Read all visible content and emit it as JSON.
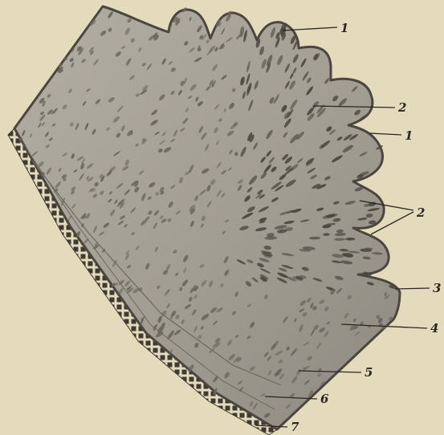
{
  "colors": {
    "paper": "#e4dbbd",
    "tissue": "#a9a49a",
    "tissue_dark": "#8f8a80",
    "membrane": "#4b463f",
    "ink": "#2a2620"
  },
  "labels": {
    "l1a": "1",
    "l2a": "2",
    "l1b": "1",
    "l2b": "2",
    "l3": "3",
    "l4": "4",
    "l5": "5",
    "l6": "6",
    "l7": "7"
  }
}
